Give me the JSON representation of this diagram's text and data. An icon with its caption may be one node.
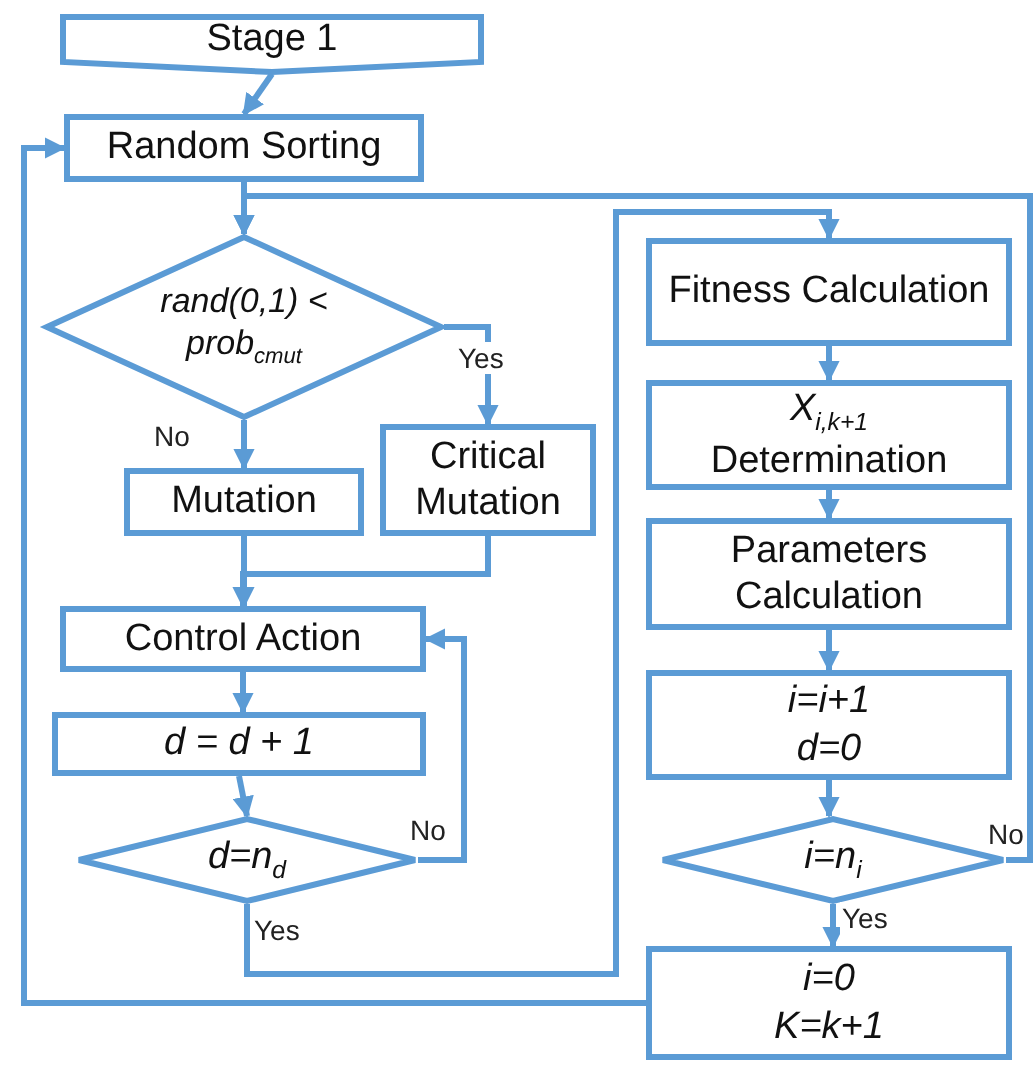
{
  "diagram": {
    "nodes": [
      {
        "text": [
          "Stage 1"
        ]
      },
      {
        "text": [
          "Random Sorting"
        ]
      },
      {
        "text": [
          "rand(0,1) < prob$_{cmut}$"
        ]
      },
      {
        "text": [
          "Mutation"
        ]
      },
      {
        "text": [
          "Critical Mutation"
        ]
      },
      {
        "text": [
          "Control Action"
        ]
      },
      {
        "text": [
          "d = d + 1"
        ]
      },
      {
        "text": [
          "d=n$_{d}$"
        ]
      },
      {
        "text": [
          "Fitness Calculation"
        ]
      },
      {
        "text": [
          "X$_{i,k+1}$",
          "Determination"
        ]
      },
      {
        "text": [
          "Parameters Calculation"
        ]
      },
      {
        "text": [
          "i=i+1",
          "d=0"
        ]
      },
      {
        "text": [
          "i=n$_{i}$"
        ]
      },
      {
        "text": [
          "i=0",
          "K=k+1"
        ]
      }
    ],
    "edges": [
      {
        "from": 0,
        "to": 1,
        "arrow": "to"
      },
      {
        "from": 1,
        "to": 2,
        "arrow": "to"
      },
      {
        "from": 2,
        "to": 3,
        "label": "No",
        "arrow": "to"
      },
      {
        "from": 2,
        "to": 4,
        "label": "Yes",
        "arrow": "to"
      },
      {
        "from": 3,
        "to": 5,
        "arrow": "to"
      },
      {
        "from": 4,
        "to": 5,
        "arrow": "to"
      },
      {
        "from": 5,
        "to": 6,
        "arrow": "to"
      },
      {
        "from": 6,
        "to": 7,
        "arrow": "to"
      },
      {
        "from": 7,
        "to": 5,
        "label": "No",
        "arrow": "to"
      },
      {
        "from": 7,
        "to": 8,
        "label": "Yes",
        "arrow": "to"
      },
      {
        "from": 8,
        "to": 9,
        "arrow": "to"
      },
      {
        "from": 9,
        "to": 10,
        "arrow": "to"
      },
      {
        "from": 10,
        "to": 11,
        "arrow": "to"
      },
      {
        "from": 11,
        "to": 12,
        "arrow": "to"
      },
      {
        "from": 12,
        "to": 13,
        "label": "Yes",
        "arrow": "to"
      },
      {
        "from": 12,
        "to": 2,
        "label": "No",
        "arrow": "to"
      },
      {
        "from": 13,
        "to": 1,
        "arrow": "to"
      }
    ]
  }
}
